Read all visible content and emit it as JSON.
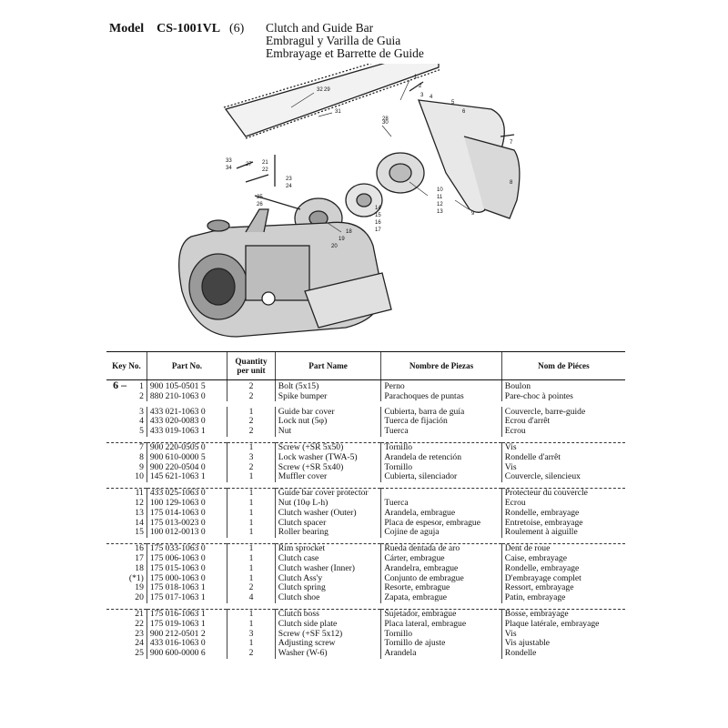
{
  "header": {
    "model_label": "Model",
    "model": "CS-1001VL",
    "section_number": "(6)",
    "title_en": "Clutch and Guide Bar",
    "title_es": "Embragul y Varilla de Guia",
    "title_fr": "Embrayage et Barrette de Guide"
  },
  "diagram": {
    "callouts": [
      "32",
      "31",
      "30",
      "1",
      "2",
      "3",
      "4",
      "5",
      "6",
      "7",
      "8",
      "9",
      "10",
      "11",
      "12",
      "13",
      "14",
      "15",
      "16",
      "17",
      "18",
      "19",
      "20",
      "21",
      "22",
      "23",
      "24",
      "25",
      "26",
      "27",
      "28",
      "29",
      "33",
      "34"
    ]
  },
  "table": {
    "group_marker": "6 –",
    "headers": {
      "key_no": "Key No.",
      "part_no": "Part No.",
      "qty_line1": "Quantity",
      "qty_line2": "per unit",
      "part_name": "Part Name",
      "nombre": "Nombre de Piezas",
      "nom": "Nom de Piéces"
    },
    "rows": [
      {
        "key": "1",
        "part": "900 105-0501 5",
        "qty": "2",
        "name": "Bolt (5x15)",
        "es": "Perno",
        "fr": "Boulon"
      },
      {
        "key": "2",
        "part": "880 210-1063 0",
        "qty": "2",
        "name": "Spike bumper",
        "es": "Parachoques de puntas",
        "fr": "Pare-choc à pointes"
      },
      {
        "key": "3",
        "part": "433 021-1063 0",
        "qty": "1",
        "name": "Guide bar cover",
        "es": "Cubierta, barra de guía",
        "fr": "Couvercle, barre-guide"
      },
      {
        "key": "4",
        "part": "433 020-0083 0",
        "qty": "2",
        "name": "Lock nut (5φ)",
        "es": "Tuerca de fijación",
        "fr": "Ecrou d'arrêt"
      },
      {
        "key": "5",
        "part": "433 019-1063 1",
        "qty": "2",
        "name": "Nut",
        "es": "Tuerca",
        "fr": "Ecrou"
      },
      {
        "key": "7",
        "part": "900 220-0505 0",
        "qty": "1",
        "name": "Screw (+SR 5x50)",
        "es": "Tornillo",
        "fr": "Vis"
      },
      {
        "key": "8",
        "part": "900 610-0000 5",
        "qty": "3",
        "name": "Lock washer (TWA-5)",
        "es": "Arandela de retención",
        "fr": "Rondelle d'arrêt"
      },
      {
        "key": "9",
        "part": "900 220-0504 0",
        "qty": "2",
        "name": "Screw (+SR 5x40)",
        "es": "Tornillo",
        "fr": "Vis"
      },
      {
        "key": "10",
        "part": "145 621-1063 1",
        "qty": "1",
        "name": "Muffler cover",
        "es": "Cubierta, silenciador",
        "fr": "Couvercle, silencieux"
      },
      {
        "key": "11",
        "part": "433 025-1063 0",
        "qty": "1",
        "name": "Guide bar cover protector",
        "es": "",
        "fr": "Protecteur du couvercle"
      },
      {
        "key": "12",
        "part": "100 129-1063 0",
        "qty": "1",
        "name": "Nut (10φ L-h)",
        "es": "Tuerca",
        "fr": "Ecrou"
      },
      {
        "key": "13",
        "part": "175 014-1063 0",
        "qty": "1",
        "name": "Clutch washer (Outer)",
        "es": "Arandela, embrague",
        "fr": "Rondelle, embrayage"
      },
      {
        "key": "14",
        "part": "175 013-0023 0",
        "qty": "1",
        "name": "Clutch spacer",
        "es": "Placa de espesor, embrague",
        "fr": "Entretoise, embrayage"
      },
      {
        "key": "15",
        "part": "100 012-0013 0",
        "qty": "1",
        "name": "Roller bearing",
        "es": "Cojine de aguja",
        "fr": "Roulement à aiguille"
      },
      {
        "key": "16",
        "part": "175 033-1063 0",
        "qty": "1",
        "name": "Rim sprocket",
        "es": "Rueda dentada de aro",
        "fr": "Dent de roue"
      },
      {
        "key": "17",
        "part": "175 006-1063 0",
        "qty": "1",
        "name": "Clutch case",
        "es": "Cárter, embrague",
        "fr": "Caise, embrayage"
      },
      {
        "key": "18",
        "part": "175 015-1063 0",
        "qty": "1",
        "name": "Clutch washer (Inner)",
        "es": "Arandelra, embrague",
        "fr": "Rondelle, embrayage"
      },
      {
        "key": "(*1)",
        "part": "175 000-1063 0",
        "qty": "1",
        "name": "Clutch Ass'y",
        "es": "Conjunto de embrague",
        "fr": "D'embrayage complet"
      },
      {
        "key": "19",
        "part": "175 018-1063 1",
        "qty": "2",
        "name": "Clutch spring",
        "es": "Resorte, embrague",
        "fr": "Ressort, embrayage"
      },
      {
        "key": "20",
        "part": "175 017-1063 1",
        "qty": "4",
        "name": "Clutch shoe",
        "es": "Zapata, embrague",
        "fr": "Patin, embrayage"
      },
      {
        "key": "21",
        "part": "175 016-1063 1",
        "qty": "1",
        "name": "Clutch boss",
        "es": "Sujetador, embrague",
        "fr": "Bosse, embrayage"
      },
      {
        "key": "22",
        "part": "175 019-1063 1",
        "qty": "1",
        "name": "Clutch side plate",
        "es": "Placa lateral, embrague",
        "fr": "Plaque latérale, embrayage"
      },
      {
        "key": "23",
        "part": "900 212-0501 2",
        "qty": "3",
        "name": "Screw (+SF 5x12)",
        "es": "Tornillo",
        "fr": "Vis"
      },
      {
        "key": "24",
        "part": "433 016-1063 0",
        "qty": "1",
        "name": "Adjusting screw",
        "es": "Tornillo de ajuste",
        "fr": "Vis ajustable"
      },
      {
        "key": "25",
        "part": "900 600-0000 6",
        "qty": "2",
        "name": "Washer (W-6)",
        "es": "Arandela",
        "fr": "Rondelle"
      }
    ]
  }
}
